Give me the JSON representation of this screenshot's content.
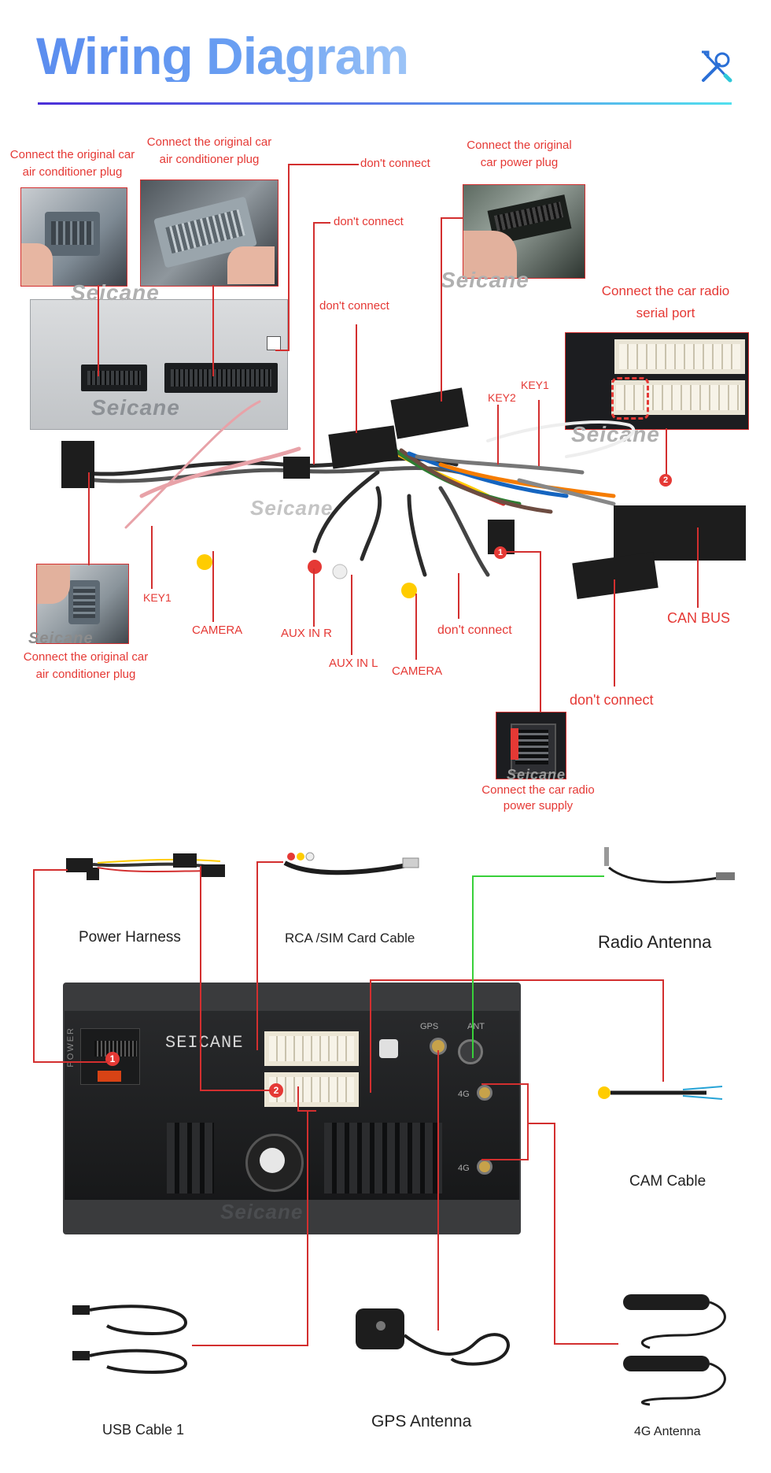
{
  "header": {
    "title": "Wiring Diagram",
    "icon": "tools-icon"
  },
  "top": {
    "brand_watermark": "Seicane",
    "labels": {
      "ac_plug_1": [
        "Connect the original car",
        "air conditioner plug"
      ],
      "ac_plug_2": [
        "Connect the original car",
        "air conditioner plug"
      ],
      "dont_connect_1": "don't connect",
      "dont_connect_2": "don't connect",
      "dont_connect_3": "don't connect",
      "car_power": [
        "Connect the original",
        "car power plug"
      ],
      "serial_port": [
        "Connect the car radio",
        "serial port"
      ],
      "key2": "KEY2",
      "key1_top": "KEY1",
      "key1_left": "KEY1",
      "camera_1": "CAMERA",
      "aux_r": "AUX IN R",
      "aux_l": "AUX IN L",
      "camera_2": "CAMERA",
      "dont_connect_4": "don't connect",
      "can_bus": "CAN BUS",
      "dont_connect_5": "don't connect",
      "ac_plug_3": [
        "Connect the original car",
        "air conditioner plug"
      ],
      "radio_power": [
        "Connect the car radio",
        "power supply"
      ]
    },
    "badges": {
      "one": "1",
      "two": "2"
    }
  },
  "bottom": {
    "power_harness": "Power Harness",
    "rca_sim": "RCA /SIM Card Cable",
    "radio_antenna": "Radio Antenna",
    "cam_cable": "CAM Cable",
    "usb_cable": "USB Cable 1",
    "gps_antenna": "GPS Antenna",
    "antenna_4g": "4G Antenna",
    "unit_brand": "SEICANE",
    "port_labels": {
      "power": "POWER",
      "gps": "GPS",
      "ant": "ANT",
      "g4a": "4G",
      "g4b": "4G"
    },
    "badges": {
      "one": "1",
      "two": "2"
    }
  },
  "colors": {
    "accent_red": "#e53935",
    "title_blue": "#5b8def",
    "radio_green": "#38d03a"
  }
}
